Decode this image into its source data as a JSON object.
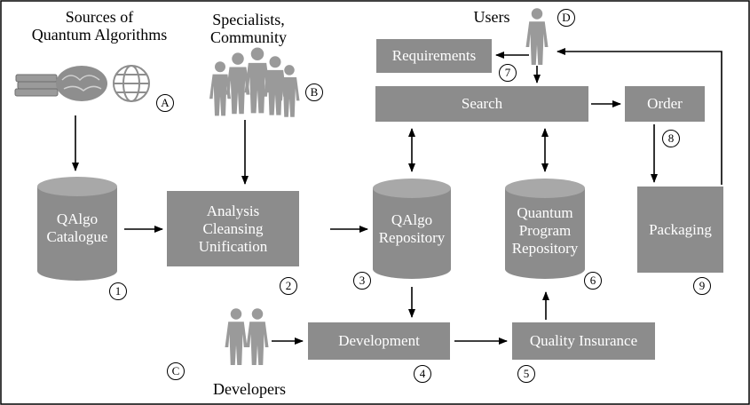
{
  "sources": {
    "title": "Sources of\nQuantum Algorithms",
    "marker": "A"
  },
  "specialists": {
    "title": "Specialists,\nCommunity",
    "marker": "B"
  },
  "developers": {
    "title": "Developers",
    "marker": "C"
  },
  "users": {
    "title": "Users",
    "marker": "D"
  },
  "nodes": {
    "catalogue": {
      "label": "QAlgo\nCatalogue",
      "num": "1"
    },
    "analysis": {
      "label": "Analysis\nCleansing\nUnification",
      "num": "2"
    },
    "repository": {
      "label": "QAlgo\nRepository",
      "num": "3"
    },
    "development": {
      "label": "Development",
      "num": "4"
    },
    "quality": {
      "label": "Quality Insurance",
      "num": "5"
    },
    "program_repo": {
      "label": "Quantum\nProgram\nRepository",
      "num": "6"
    },
    "requirements": {
      "label": "Requirements",
      "num": "7"
    },
    "search": {
      "label": "Search"
    },
    "order": {
      "label": "Order",
      "num": "8"
    },
    "packaging": {
      "label": "Packaging",
      "num": "9"
    }
  },
  "colors": {
    "box": "#8c8c8c",
    "cylinder": "#8c8c8c",
    "cylinder_top": "#a8a8a8",
    "people": "#9a9a9a",
    "border": "#000000"
  }
}
